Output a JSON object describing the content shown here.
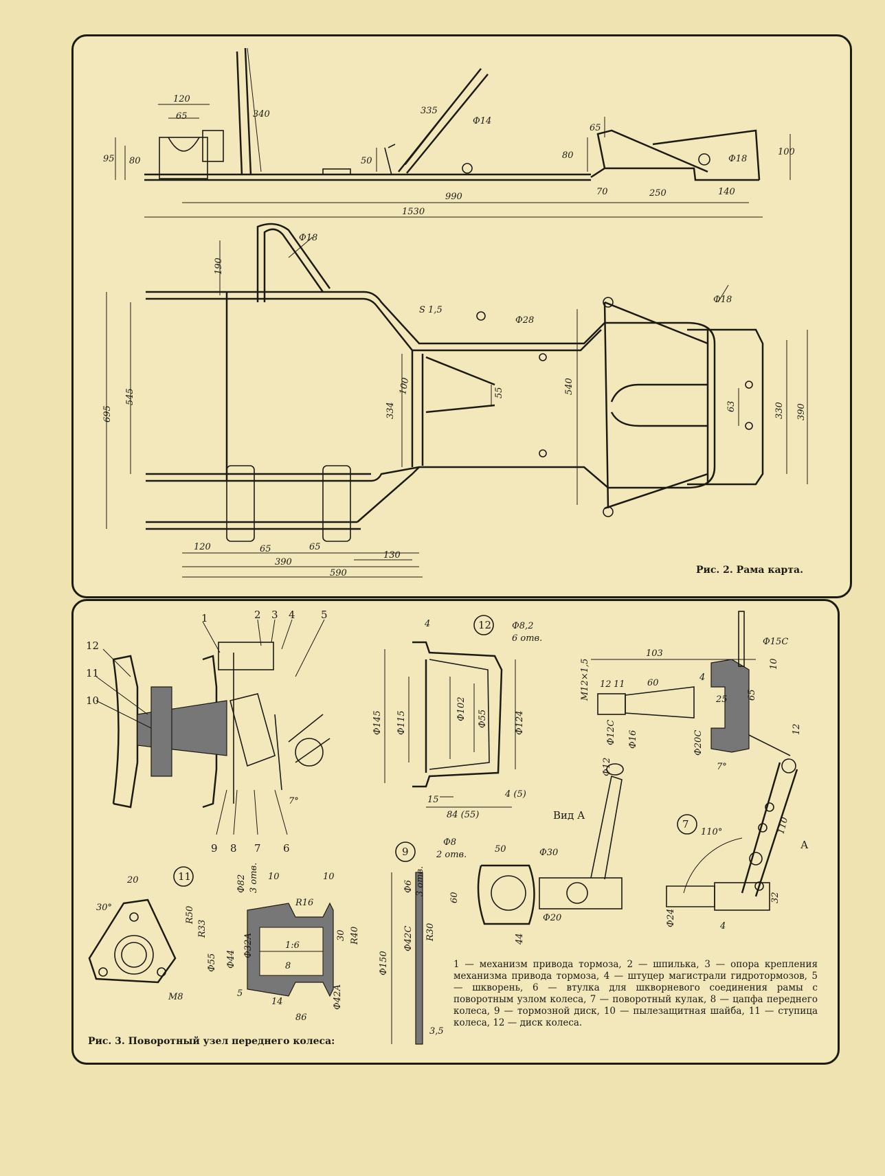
{
  "fig2": {
    "caption": "Рис. 2. Рама карта.",
    "side_dims": [
      "120",
      "65",
      "95",
      "80",
      "340",
      "335",
      "Ф14",
      "50",
      "65",
      "80",
      "Ф18",
      "100",
      "990",
      "70",
      "250",
      "140",
      "1530"
    ],
    "plan_dims": [
      "190",
      "Ф18",
      "S 1,5",
      "Ф28",
      "Ф18",
      "695",
      "545",
      "100",
      "334",
      "55",
      "540",
      "63",
      "330",
      "390",
      "120",
      "65",
      "65",
      "390",
      "130",
      "590"
    ]
  },
  "fig3": {
    "caption": "Рис. 3. Поворотный узел переднего колеса:",
    "callouts": [
      "1",
      "2",
      "3",
      "4",
      "5",
      "12",
      "11",
      "10",
      "9",
      "8",
      "7",
      "6"
    ],
    "angle_7": "7°",
    "circle_labels": [
      "12",
      "11",
      "9",
      "7"
    ],
    "view_label": "Вид А",
    "arrow_label": "А",
    "hub_dims": [
      "4",
      "Ф8,2",
      "6 отв.",
      "Ф145",
      "Ф115",
      "Ф102",
      "Ф55",
      "Ф124",
      "4 (5)",
      "15",
      "84 (55)"
    ],
    "knuckle_dims": [
      "103",
      "Ф15С",
      "М12×1,5",
      "12",
      "11",
      "60",
      "4",
      "25",
      "65",
      "10",
      "Ф12С",
      "Ф16",
      "Ф20С",
      "12",
      "7°",
      "Ф12",
      "110°",
      "110",
      "32",
      "Ф24",
      "4"
    ],
    "viewA_dims": [
      "50",
      "Ф8",
      "2 отв.",
      "Ф30",
      "60",
      "44",
      "Ф20"
    ],
    "fig11_dims": [
      "20",
      "30°",
      "М8",
      "Ф82",
      "3 отв.",
      "10",
      "10",
      "R16",
      "R50",
      "R33",
      "30",
      "R40",
      "Ф55",
      "Ф44",
      "Ф32А",
      "1:6",
      "8",
      "5",
      "14",
      "Ф42А",
      "86"
    ],
    "fig9_dims": [
      "Ф6",
      "3 отв.",
      "Ф150",
      "Ф42С",
      "R30",
      "3,5"
    ]
  },
  "legend": "1 — механизм привода тормоза, 2 — шпилька, 3 — опора крепления механизма привода тормоза, 4 — штуцер магистрали гидротормозов, 5 — шкворень, 6 — втулка для шкворневого соединения рамы с поворотным узлом колеса, 7 — поворотный кулак, 8 — цапфа переднего колеса, 9 — тормозной диск, 10 — пылезащитная шайба, 11 — ступица колеса, 12 — диск колеса."
}
